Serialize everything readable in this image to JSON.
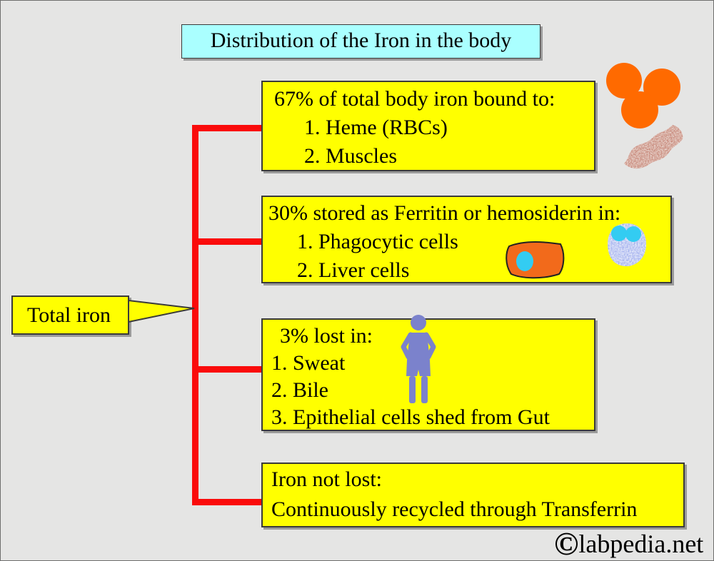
{
  "page": {
    "background": "#E5E5E4"
  },
  "title": {
    "text": "Distribution of the Iron in the body",
    "fill": "#AAFFFF"
  },
  "root": {
    "label": "Total iron"
  },
  "branches": [
    {
      "heading": "67% of total body iron bound to:",
      "items": [
        "1. Heme (RBCs)",
        "2. Muscles"
      ]
    },
    {
      "heading": "30% stored as Ferritin or hemosiderin in:",
      "items": [
        "1. Phagocytic cells",
        "2. Liver cells"
      ]
    },
    {
      "heading": "3% lost in:",
      "items": [
        "1. Sweat",
        "2. Bile",
        "3. Epithelial cells shed from Gut"
      ]
    },
    {
      "heading": "Iron not lost:",
      "items": [
        "Continuously recycled through Transferrin"
      ]
    }
  ],
  "icons": {
    "rbc_cluster": "red-blood-cells",
    "muscle": "muscle-tissue",
    "liver_cell": "liver-cell",
    "phagocytic_cell": "phagocytic-cell",
    "person": "human-figure"
  },
  "watermark": {
    "symbol": "©",
    "text": "labpedia.net"
  },
  "colors": {
    "box_fill": "#FFFF00",
    "title_fill": "#AAFFFF",
    "connector_red": "#FA0B0B",
    "rbc_orange": "#FF6A00",
    "liver_cell_orange": "#F26A1B",
    "nucleus_cyan": "#33CCF2",
    "person_blue": "#7B82CC"
  }
}
